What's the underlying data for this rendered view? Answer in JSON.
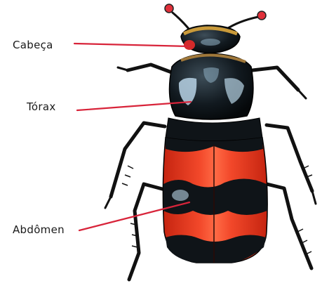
{
  "labels": {
    "head": "Cabeça",
    "thorax": "Tórax",
    "abdomen": "Abdômen"
  },
  "colors": {
    "pointer": "#d8243a",
    "body_black": "#0f1418",
    "shell_highlight": "#b8d4e6",
    "elytra_red": "#ee3b1f",
    "pronotum_rim": "#c99a3a",
    "antenna_tip": "#e0303a"
  }
}
